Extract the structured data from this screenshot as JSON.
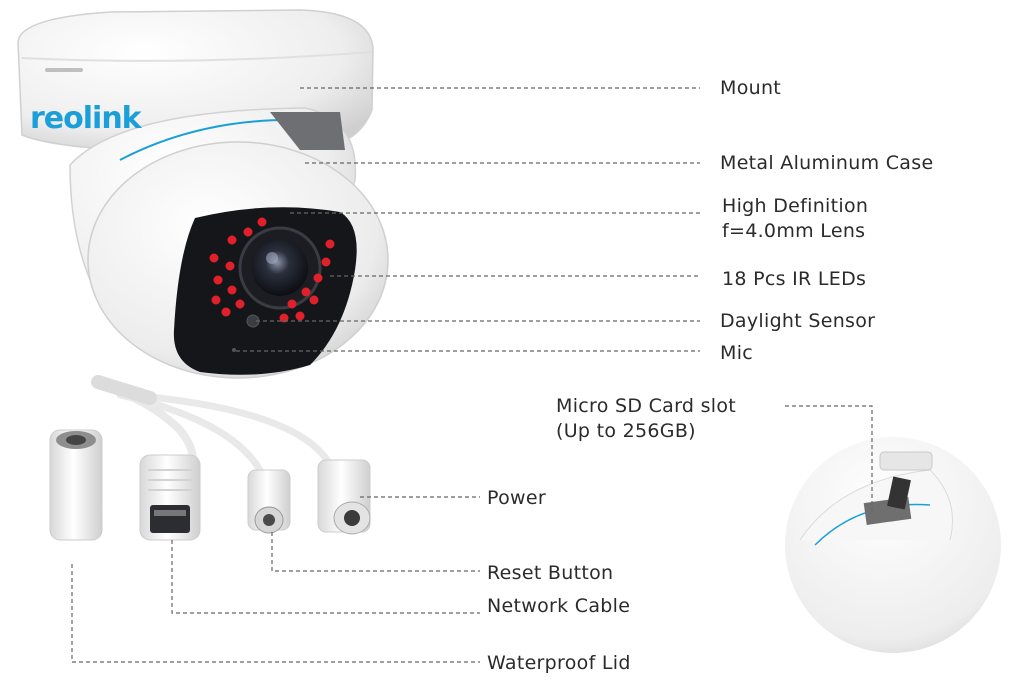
{
  "brand": "reolink",
  "colors": {
    "accent": "#1a9fd8",
    "ir_led": "#e0202a",
    "leader_line": "#666666",
    "body_white": "#f4f4f4"
  },
  "labels": {
    "mount": "Mount",
    "case": "Metal Aluminum Case",
    "lens_line1": "High Definition",
    "lens_line2": "f=4.0mm Lens",
    "ir_leds": "18 Pcs IR LEDs",
    "daylight_sensor": "Daylight Sensor",
    "mic": "Mic",
    "sd_line1": "Micro SD Card slot",
    "sd_line2": "(Up to 256GB)",
    "power": "Power",
    "reset": "Reset Button",
    "network": "Network Cable",
    "waterproof": "Waterproof Lid"
  }
}
